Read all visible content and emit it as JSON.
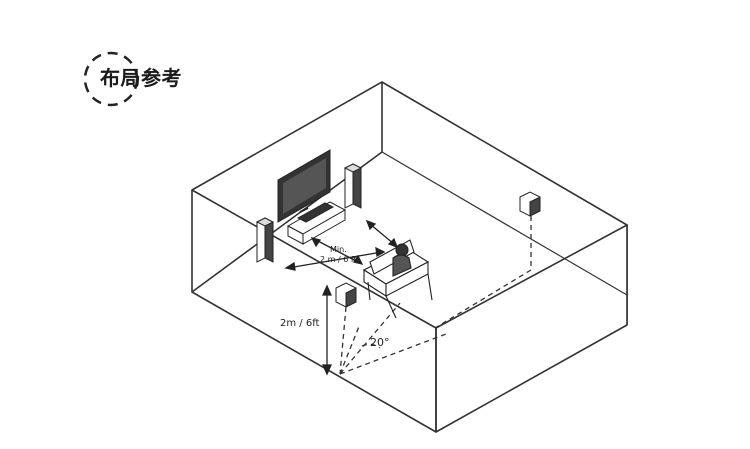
{
  "heading": {
    "text": "布局参考"
  },
  "labels": {
    "min_line1": "Min.",
    "min_line2": "2 m / 6 ft",
    "height": "2m / 6ft",
    "angle": "20°"
  }
}
